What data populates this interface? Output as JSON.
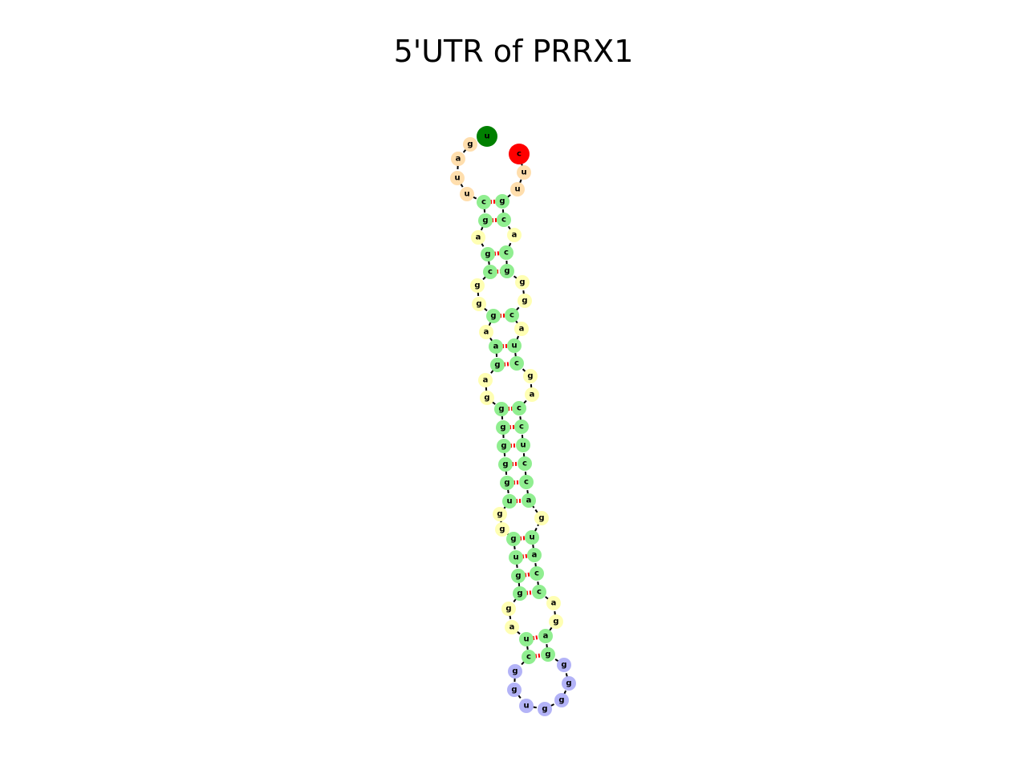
{
  "title": "5'UTR of PRRX1",
  "colors": {
    "five_prime_end": "#008000",
    "three_prime_end": "#ff0000",
    "unpaired_end": "#ffdead",
    "stem": "#90ee90",
    "internal_loop": "#ffffb3",
    "hairpin_loop": "#b3b3f7",
    "backbone": "#000000",
    "base_pair": "#ff0000"
  },
  "nucleotides": [
    {
      "base": "u",
      "type": "five_prime_end"
    },
    {
      "base": "g",
      "type": "unpaired_end"
    },
    {
      "base": "a",
      "type": "unpaired_end"
    },
    {
      "base": "u",
      "type": "unpaired_end"
    },
    {
      "base": "u",
      "type": "unpaired_end"
    },
    {
      "base": "c",
      "type": "stem"
    },
    {
      "base": "g",
      "type": "stem"
    },
    {
      "base": "a",
      "type": "internal_loop"
    },
    {
      "base": "g",
      "type": "stem"
    },
    {
      "base": "c",
      "type": "stem"
    },
    {
      "base": "g",
      "type": "internal_loop"
    },
    {
      "base": "g",
      "type": "internal_loop"
    },
    {
      "base": "g",
      "type": "stem"
    },
    {
      "base": "a",
      "type": "internal_loop"
    },
    {
      "base": "a",
      "type": "stem"
    },
    {
      "base": "g",
      "type": "stem"
    },
    {
      "base": "a",
      "type": "internal_loop"
    },
    {
      "base": "g",
      "type": "internal_loop"
    },
    {
      "base": "g",
      "type": "stem"
    },
    {
      "base": "g",
      "type": "stem"
    },
    {
      "base": "g",
      "type": "stem"
    },
    {
      "base": "g",
      "type": "stem"
    },
    {
      "base": "g",
      "type": "stem"
    },
    {
      "base": "u",
      "type": "stem"
    },
    {
      "base": "g",
      "type": "internal_loop"
    },
    {
      "base": "g",
      "type": "internal_loop"
    },
    {
      "base": "g",
      "type": "stem"
    },
    {
      "base": "u",
      "type": "stem"
    },
    {
      "base": "g",
      "type": "stem"
    },
    {
      "base": "g",
      "type": "stem"
    },
    {
      "base": "g",
      "type": "internal_loop"
    },
    {
      "base": "a",
      "type": "internal_loop"
    },
    {
      "base": "u",
      "type": "stem"
    },
    {
      "base": "c",
      "type": "stem"
    },
    {
      "base": "g",
      "type": "hairpin_loop"
    },
    {
      "base": "g",
      "type": "hairpin_loop"
    },
    {
      "base": "u",
      "type": "hairpin_loop"
    },
    {
      "base": "g",
      "type": "hairpin_loop"
    },
    {
      "base": "g",
      "type": "hairpin_loop"
    },
    {
      "base": "g",
      "type": "hairpin_loop"
    },
    {
      "base": "g",
      "type": "hairpin_loop"
    },
    {
      "base": "g",
      "type": "stem"
    },
    {
      "base": "a",
      "type": "stem"
    },
    {
      "base": "g",
      "type": "internal_loop"
    },
    {
      "base": "a",
      "type": "internal_loop"
    },
    {
      "base": "c",
      "type": "stem"
    },
    {
      "base": "c",
      "type": "stem"
    },
    {
      "base": "a",
      "type": "stem"
    },
    {
      "base": "u",
      "type": "stem"
    },
    {
      "base": "g",
      "type": "internal_loop"
    },
    {
      "base": "a",
      "type": "stem"
    },
    {
      "base": "c",
      "type": "stem"
    },
    {
      "base": "c",
      "type": "stem"
    },
    {
      "base": "u",
      "type": "stem"
    },
    {
      "base": "c",
      "type": "stem"
    },
    {
      "base": "c",
      "type": "stem"
    },
    {
      "base": "a",
      "type": "internal_loop"
    },
    {
      "base": "g",
      "type": "internal_loop"
    },
    {
      "base": "c",
      "type": "stem"
    },
    {
      "base": "u",
      "type": "stem"
    },
    {
      "base": "a",
      "type": "internal_loop"
    },
    {
      "base": "c",
      "type": "stem"
    },
    {
      "base": "g",
      "type": "internal_loop"
    },
    {
      "base": "g",
      "type": "internal_loop"
    },
    {
      "base": "g",
      "type": "stem"
    },
    {
      "base": "c",
      "type": "stem"
    },
    {
      "base": "a",
      "type": "internal_loop"
    },
    {
      "base": "c",
      "type": "stem"
    },
    {
      "base": "g",
      "type": "stem"
    },
    {
      "base": "u",
      "type": "unpaired_end"
    },
    {
      "base": "u",
      "type": "unpaired_end"
    },
    {
      "base": "c",
      "type": "three_prime_end"
    }
  ],
  "base_pairs": [
    [
      5,
      68
    ],
    [
      6,
      67
    ],
    [
      8,
      65
    ],
    [
      9,
      64
    ],
    [
      12,
      61
    ],
    [
      14,
      59
    ],
    [
      15,
      58
    ],
    [
      18,
      55
    ],
    [
      19,
      54
    ],
    [
      20,
      53
    ],
    [
      21,
      52
    ],
    [
      22,
      51
    ],
    [
      23,
      50
    ],
    [
      26,
      48
    ],
    [
      27,
      47
    ],
    [
      28,
      46
    ],
    [
      29,
      45
    ],
    [
      32,
      42
    ],
    [
      33,
      41
    ]
  ]
}
